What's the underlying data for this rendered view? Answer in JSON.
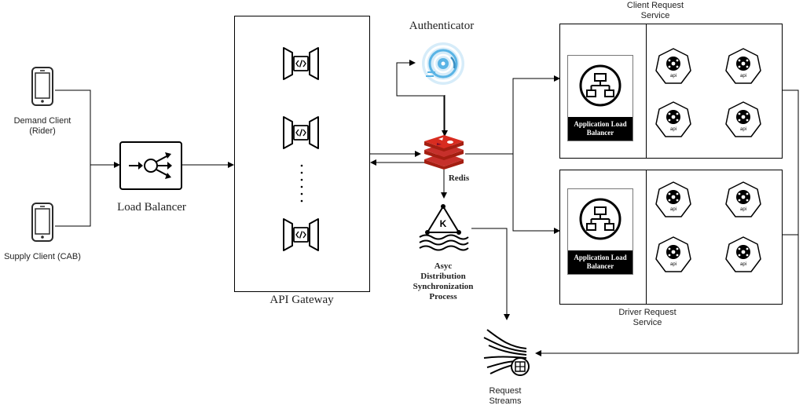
{
  "clients": {
    "demand": {
      "line1": "Demand Client",
      "line2": "(Rider)",
      "icon": "mobile-phone-icon"
    },
    "supply": {
      "line1": "Supply Client (CAB)",
      "icon": "mobile-phone-icon"
    }
  },
  "load_balancer": {
    "label": "Load Balancer",
    "icon": "load-balancer-icon"
  },
  "api_gateway": {
    "label": "API Gateway",
    "icon": "api-code-icon"
  },
  "authenticator": {
    "label": "Authenticator",
    "icon": "fingerprint-lock-icon"
  },
  "redis": {
    "label": "Redis",
    "icon": "redis-icon"
  },
  "async_process": {
    "line1": "Asyc",
    "line2": "Distribution",
    "line3": "Synchronization",
    "line4": "Process",
    "icon": "kafka-stream-icon"
  },
  "request_streams": {
    "line1": "Request",
    "line2": "Streams",
    "icon": "data-stream-icon"
  },
  "client_service": {
    "line1": "Client Request",
    "line2": "Service",
    "alb_line1": "Application Load",
    "alb_line2": "Balancer",
    "api_badge": "api"
  },
  "driver_service": {
    "line1": "Driver Request",
    "line2": "Service",
    "alb_line1": "Application Load",
    "alb_line2": "Balancer",
    "api_badge": "api"
  },
  "colors": {
    "stroke": "#000000",
    "redis_red": "#c6302b",
    "auth_blue": "#5ab4e5",
    "alb_border": "#777777"
  }
}
